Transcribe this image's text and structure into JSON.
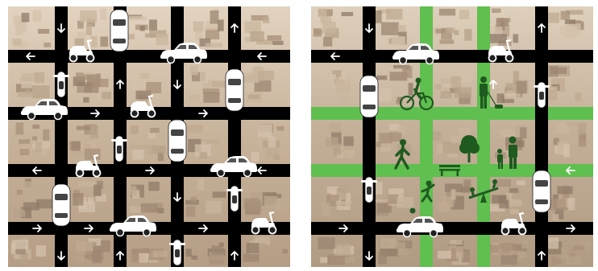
{
  "panels": [
    {
      "id": "left",
      "road_color": "#000000",
      "superblock": false,
      "arrows": [
        "down",
        "up",
        "up",
        "left",
        "left",
        "right",
        "right",
        "right",
        "left",
        "left",
        "down",
        "down",
        "right",
        "right",
        "right",
        "up",
        "up",
        "up",
        "down"
      ],
      "vehicles": [
        "car",
        "scooter",
        "car",
        "scooter",
        "car",
        "scooter",
        "car",
        "car",
        "scooter",
        "scooter",
        "car",
        "scooter",
        "car",
        "scooter",
        "scooter"
      ]
    },
    {
      "id": "right",
      "road_color": "#000000",
      "green_color": "#5fbf4f",
      "superblock": true,
      "arrows": [
        "down",
        "up",
        "left",
        "up",
        "left",
        "right",
        "right",
        "down",
        "up"
      ],
      "vehicles": [
        "car",
        "scooter",
        "car",
        "scooter",
        "scooter",
        "car",
        "car",
        "scooter"
      ],
      "pictograms": [
        "cyclist",
        "person-with-dog",
        "walking-person",
        "tree",
        "family",
        "bench",
        "playing-children",
        "seesaw",
        "ball"
      ]
    }
  ],
  "colors": {
    "city_light": "#d8c6b0",
    "city_mid": "#b8a28a",
    "city_dark": "#8a7868",
    "pictogram": "#1f5a1f",
    "vehicle": "#ffffff"
  }
}
